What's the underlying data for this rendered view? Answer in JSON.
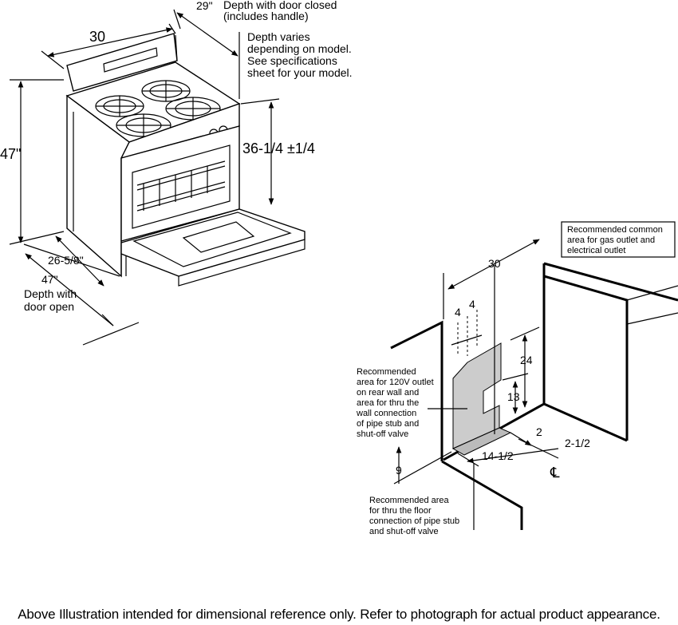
{
  "range": {
    "width": "30",
    "depth_closed": "29\"",
    "depth_closed_note_1": "Depth with door closed",
    "depth_closed_note_2": "(includes handle)",
    "depth_varies_1": "Depth varies",
    "depth_varies_2": "depending on model.",
    "depth_varies_3": "See specifications",
    "depth_varies_4": "sheet for your model.",
    "height": "47\"",
    "cooktop_height": "36-1/4 ±1/4",
    "side_depth": "26-5/8\"",
    "depth_open": "47\"",
    "depth_open_note_1": "Depth with",
    "depth_open_note_2": "door open"
  },
  "install": {
    "common_area_1": "Recommended common",
    "common_area_2": "area for gas outlet and",
    "common_area_3": "electrical outlet",
    "width": "30",
    "offset_a": "4",
    "offset_b": "4",
    "height_24": "24",
    "height_13": "13",
    "dim_2": "2",
    "dim_2_5": "2-1/2",
    "dim_14_5": "14-1/2",
    "dim_9": "9",
    "centerline": "℄",
    "wall_note_1": "Recommended",
    "wall_note_2": "area for 120V outlet",
    "wall_note_3": "on rear wall and",
    "wall_note_4": "area for thru the",
    "wall_note_5": "wall connection",
    "wall_note_6": "of pipe stub and",
    "wall_note_7": "shut-off valve",
    "floor_note_1": "Recommended area",
    "floor_note_2": "for thru the floor",
    "floor_note_3": "connection of pipe stub",
    "floor_note_4": "and shut-off valve"
  },
  "footer": "Above Illustration intended for dimensional reference only. Refer to photograph for actual product appearance."
}
